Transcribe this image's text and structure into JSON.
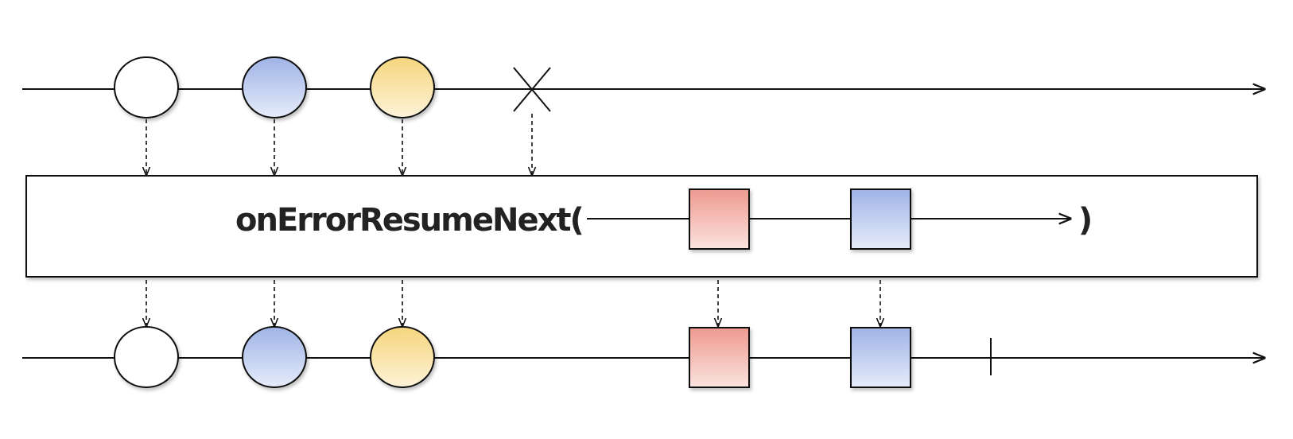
{
  "operator": {
    "name": "onErrorResumeNext(",
    "closing": ")"
  },
  "colors": {
    "line": "#111111",
    "white_item": "#ffffff",
    "blue_top": "#9fb3e6",
    "blue_bottom": "#e6ecfa",
    "yellow_top": "#f6d57e",
    "yellow_bottom": "#fdf3d8",
    "red_top": "#ee9a8f",
    "red_bottom": "#fbe3df"
  },
  "source_stream": {
    "items": [
      {
        "shape": "circle",
        "color": "white"
      },
      {
        "shape": "circle",
        "color": "blue"
      },
      {
        "shape": "circle",
        "color": "yellow"
      }
    ],
    "terminal": "error"
  },
  "resume_stream": {
    "items": [
      {
        "shape": "square",
        "color": "red"
      },
      {
        "shape": "square",
        "color": "blue"
      }
    ]
  },
  "output_stream": {
    "items": [
      {
        "shape": "circle",
        "color": "white"
      },
      {
        "shape": "circle",
        "color": "blue"
      },
      {
        "shape": "circle",
        "color": "yellow"
      },
      {
        "shape": "square",
        "color": "red"
      },
      {
        "shape": "square",
        "color": "blue"
      }
    ],
    "terminal": "complete"
  }
}
